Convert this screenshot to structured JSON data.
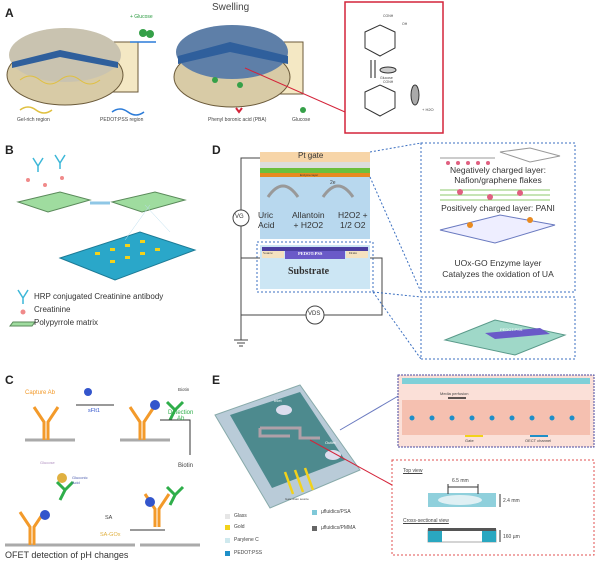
{
  "panels": {
    "a": "A",
    "b": "B",
    "c": "C",
    "d": "D",
    "e": "E"
  },
  "panel_a": {
    "arrow_label": "+ Glucose",
    "swelling": "Swelling",
    "legend": [
      "Gel-rich region",
      "PEDOT:PSS region",
      "Phenyl boronic acid (PBA)",
      "Glucose"
    ],
    "chem": {
      "group1": "CONH",
      "oh": "OH",
      "glucose": "Glucose",
      "group2": "CONH",
      "water": "+ H2O"
    }
  },
  "panel_b": {
    "legend": [
      "HRP conjugated Creatinine antibody",
      "Creatinine",
      "Polypyrrole matrix"
    ]
  },
  "panel_d": {
    "pt_gate": "Pt gate",
    "enzyme_layer": "Enzyme layer",
    "e_label": "2e",
    "uric": "Uric\nAcid",
    "allantoin": "Allantoin\n+ H2O2",
    "h2o2": "H2O2 +\n1/2 O2",
    "vg": "VG",
    "vds": "VDS",
    "source": "Source",
    "pedot": "PEDOT:PSS",
    "drain": "Drain",
    "substrate": "Substrate",
    "zoom_text": [
      "Negatively charged layer:",
      "Nafion/graphene flakes",
      "Positively charged layer: PANI",
      "UOx-GO Enzyme layer",
      "Catalyzes the oxidation of UA"
    ],
    "device_label": "PEDOT:PSS"
  },
  "panel_c": {
    "capture_ab": "Capture Ab",
    "sflt1": "sFlt1",
    "biotin_top": "Biotin",
    "detection_ab": "Detection\nAb",
    "biotin": "Biotin",
    "glucose": "Glucose",
    "gluconic": "Gluconic\nAcid",
    "sa": "SA",
    "sa_gox": "SA-GOx",
    "caption": "OFET detection of pH changes"
  },
  "panel_e": {
    "inlet": "Inlet",
    "outlet": "Outlet",
    "electrodes": "Gate drain source",
    "legend": [
      {
        "label": "Glass",
        "color": "#e6e6e6"
      },
      {
        "label": "Gold",
        "color": "#f2d21a"
      },
      {
        "label": "Parylene C",
        "color": "#cfe9ee"
      },
      {
        "label": "PEDOT:PSS",
        "color": "#1e8fc8"
      },
      {
        "label": "µfluidics/PSA",
        "color": "#7fc8d8"
      },
      {
        "label": "µfluidics/PMMA",
        "color": "#666666"
      }
    ],
    "media": "Media perfusion",
    "gate": "Gate",
    "oect": "OECT channel",
    "top_view": "Top view",
    "dim1": "6.5 mm",
    "dim2": "2.4 mm",
    "cross": "Cross-sectional view",
    "dim3": "160 µm"
  }
}
